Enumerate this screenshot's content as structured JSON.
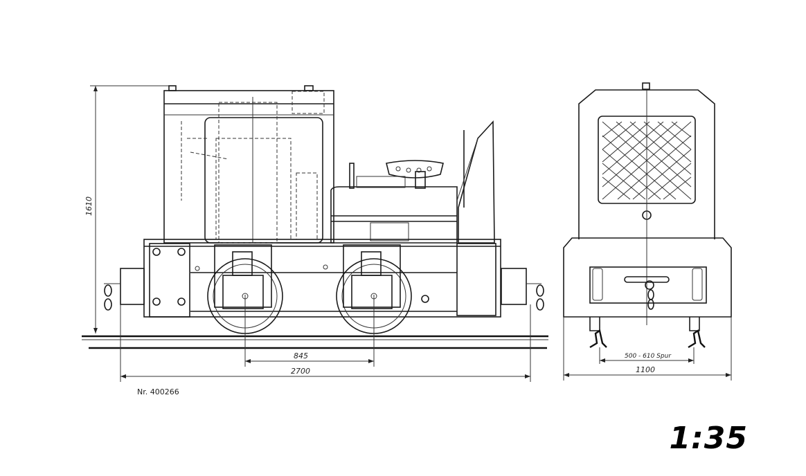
{
  "drawing": {
    "dimensions": {
      "height": "1610",
      "wheelbase": "845",
      "length": "2700",
      "gauge": "500 - 610 Spur",
      "width": "1100"
    },
    "drawing_number": "Nr. 400266",
    "scale": "1:35"
  }
}
